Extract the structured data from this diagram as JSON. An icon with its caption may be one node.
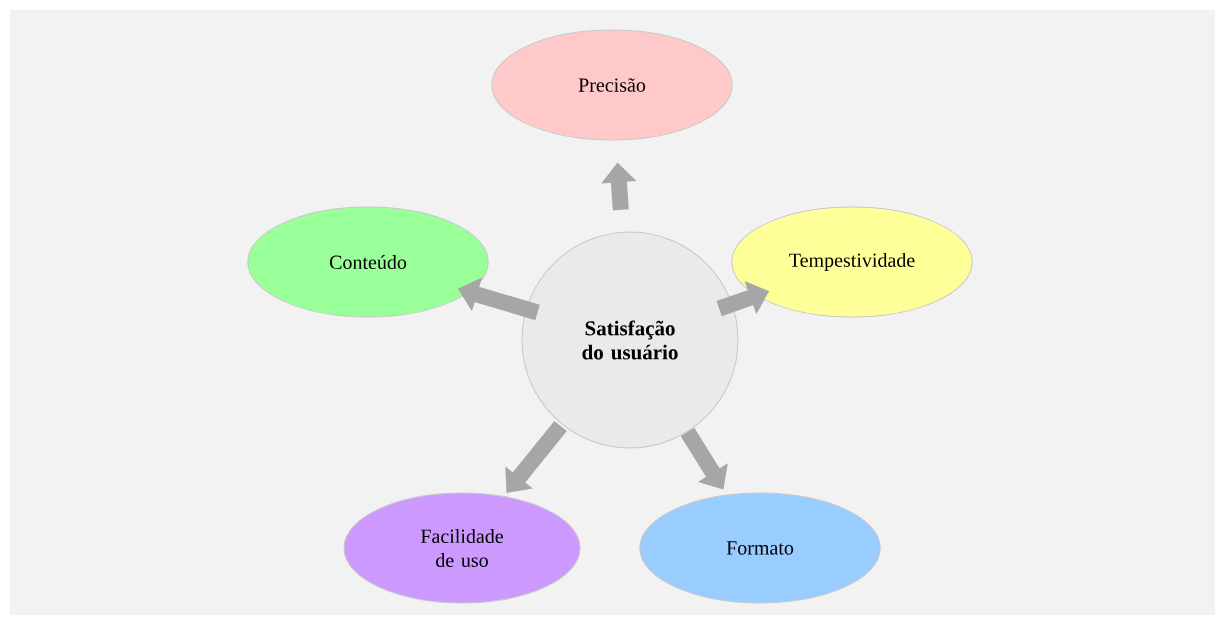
{
  "diagram": {
    "nodes": [
      {
        "text": [
          "Satisfação do usuário"
        ]
      },
      {
        "text": [
          "Precisão"
        ]
      },
      {
        "text": [
          "Conteúdo"
        ]
      },
      {
        "text": [
          "Tempestividade"
        ]
      },
      {
        "text": [
          "Facilidade de uso"
        ]
      },
      {
        "text": [
          "Formato"
        ]
      }
    ],
    "edges": [
      {
        "from": 0,
        "to": 1,
        "arrow": "to"
      },
      {
        "from": 0,
        "to": 2,
        "arrow": "to"
      },
      {
        "from": 0,
        "to": 3,
        "arrow": "to"
      },
      {
        "from": 0,
        "to": 4,
        "arrow": "to"
      },
      {
        "from": 0,
        "to": 5,
        "arrow": "to"
      }
    ]
  }
}
